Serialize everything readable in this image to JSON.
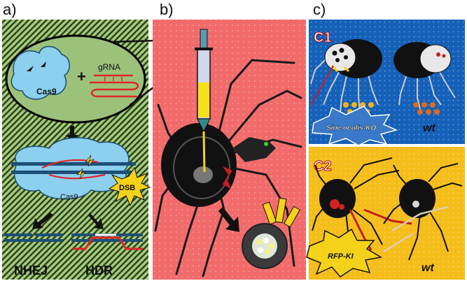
{
  "panel_labels": {
    "a": "a)",
    "b": "b)",
    "c": "c)"
  },
  "panel_a": {
    "top_cas9": "Cas9",
    "plus": "+",
    "grna": "gRNA",
    "complex_cas9": "Cas9",
    "dsb": "DSB",
    "nhej": "NHEJ",
    "hdr": "HDR"
  },
  "panel_c": {
    "c1_tag": "C1",
    "c1_ko": "Sine oculis-KO",
    "c1_wt": "wt",
    "c2_tag": "C2",
    "c2_ki": "RFP-KI",
    "c2_wt": "wt"
  },
  "colors": {
    "green_bg": "#9bbf6a",
    "stripe": "#1f3a1a",
    "red_bg": "#f26b6b",
    "blue_bg": "#1560b8",
    "yellow_bg": "#f5bd1a",
    "cas9_blue": "#8ccfee",
    "dna_navy": "#1e4f78",
    "dna_red": "#e0262b"
  }
}
